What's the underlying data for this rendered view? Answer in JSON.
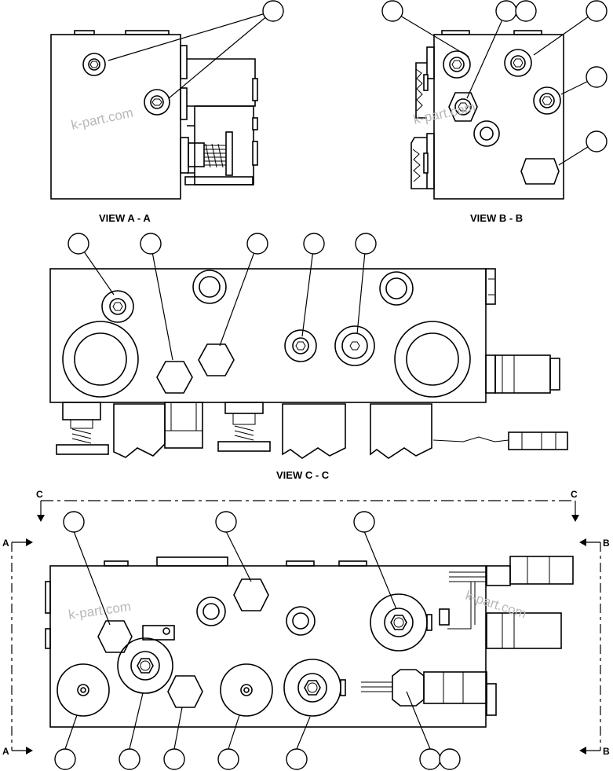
{
  "views": {
    "view_a": "VIEW A - A",
    "view_b": "VIEW B - B",
    "view_c": "VIEW C - C"
  },
  "section_marks": {
    "a_top": "A",
    "a_bottom": "A",
    "b_top": "B",
    "b_bottom": "B",
    "c_left": "C",
    "c_right": "C"
  },
  "watermarks": [
    "k-part.com",
    "k-part.com",
    "k-part.com",
    "k-part.com"
  ]
}
